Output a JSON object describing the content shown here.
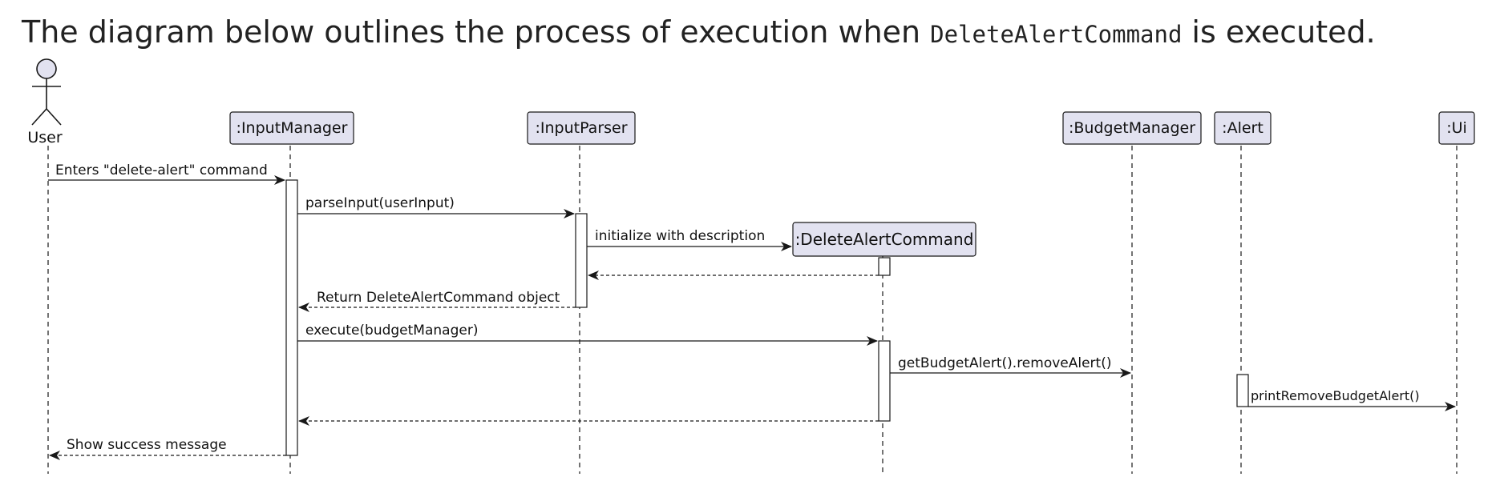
{
  "intro": {
    "before": "The diagram below outlines the process of execution when",
    "code": "DeleteAlertCommand",
    "after": "is executed."
  },
  "diagram": {
    "actor": {
      "label": "User"
    },
    "participants": {
      "input_manager": ":InputManager",
      "input_parser": ":InputParser",
      "delete_alert_command": ":DeleteAlertCommand",
      "budget_manager": ":BudgetManager",
      "alert": ":Alert",
      "ui": ":Ui"
    },
    "messages": {
      "m1": "Enters \"delete-alert\" command",
      "m2": "parseInput(userInput)",
      "m3": "initialize with description",
      "m4": "Return DeleteAlertCommand object",
      "m5": "execute(budgetManager)",
      "m6": "getBudgetAlert().removeAlert()",
      "m7": "printRemoveBudgetAlert()",
      "m8": "Show success message"
    },
    "colors": {
      "participant_fill": "#e2e2f0",
      "participant_stroke": "#181818",
      "lifeline": "#181818",
      "activation_fill": "#ffffff"
    }
  }
}
